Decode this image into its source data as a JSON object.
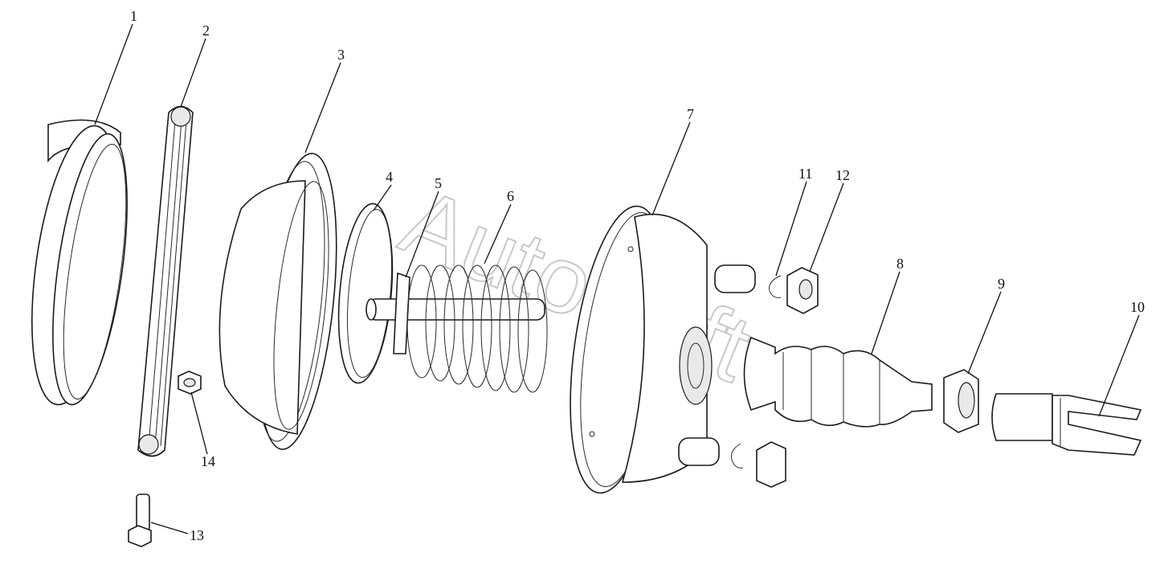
{
  "watermark": "AutoSoft",
  "callouts": [
    "1",
    "2",
    "3",
    "4",
    "5",
    "6",
    "7",
    "8",
    "9",
    "10",
    "11",
    "12",
    "13",
    "14"
  ],
  "colors": {
    "line": "#1a1a1a",
    "watermark": "#c8c8c8",
    "background": "#ffffff"
  }
}
